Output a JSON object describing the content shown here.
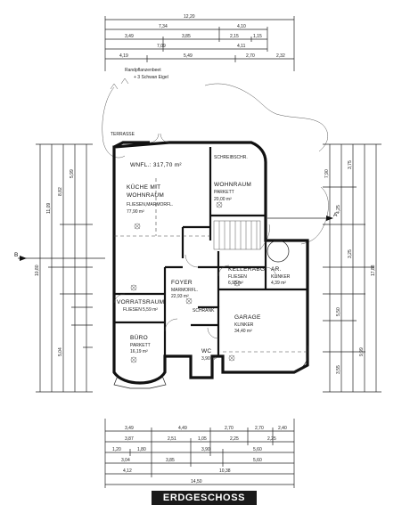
{
  "title": "ERDGESCHOSS",
  "area_total": "WNFL.: 317,70 m²",
  "terrace_label": "TERRASSE",
  "garden_note": [
    "Randpflanzenbeet",
    "+ 3 Schwan Eigel"
  ],
  "section_markers": [
    "A",
    "B"
  ],
  "top_dims": {
    "row1": [
      "12,20"
    ],
    "row2": [
      "7,34",
      "4,10"
    ],
    "row3": [
      "3,49",
      "3,85",
      "2,15",
      "1,15"
    ],
    "row4": [
      "7,09",
      "4,11"
    ],
    "row5": [
      "4,19",
      "5,49",
      "2,70",
      "2,32"
    ]
  },
  "bottom_dims": {
    "row1": [
      "3,49",
      "4,49",
      "2,70",
      "2,70",
      "2,40"
    ],
    "row2": [
      "3,87",
      "2,51",
      "1,05",
      "2,25",
      "2,25"
    ],
    "row3": [
      "1,20",
      "1,80",
      "3,90",
      "5,60"
    ],
    "row4": [
      "3,04",
      "3,85",
      "5,60"
    ],
    "row5": [
      "4,12",
      "10,38"
    ],
    "row6": [
      "14,50"
    ]
  },
  "left_dims": [
    "11,09",
    "8,82",
    "5,04",
    "5,99",
    "10,80"
  ],
  "right_dims": [
    "7,90",
    "4,25",
    "17,88",
    "3,75",
    "3,25",
    "9,99",
    "5,50",
    "3,55"
  ],
  "rooms": [
    {
      "name": "KÜCHE MIT",
      "name2": "WOHNRAUM",
      "sub": "FLIESEN,MARMORFL.",
      "area": "77,90 m²"
    },
    {
      "name": "SCHREIBSCHR.",
      "name2": "",
      "sub": "",
      "area": ""
    },
    {
      "name": "WOHNRAUM",
      "name2": "",
      "sub": "PARKETT",
      "area": "20,00 m²"
    },
    {
      "name": "FOYER",
      "name2": "",
      "sub": "MARMORFL.",
      "area": "22,93 m²"
    },
    {
      "name": "KELLERABG.",
      "name2": "",
      "sub": "FLIESEN",
      "area": "6,93 m²"
    },
    {
      "name": "AR.",
      "name2": "",
      "sub": "KLINKER",
      "area": "4,39 m²"
    },
    {
      "name": "VORRATSRAUM",
      "name2": "",
      "sub": "FLIESEN",
      "area": "5,59 m²"
    },
    {
      "name": "SCHRANK",
      "name2": "",
      "sub": "",
      "area": ""
    },
    {
      "name": "GARAGE",
      "name2": "",
      "sub": "KLINKER",
      "area": "34,40 m²"
    },
    {
      "name": "BÜRO",
      "name2": "",
      "sub": "PARKETT",
      "area": "16,19 m²"
    },
    {
      "name": "WC",
      "name2": "",
      "sub": "",
      "area": "3,90 m²"
    }
  ]
}
